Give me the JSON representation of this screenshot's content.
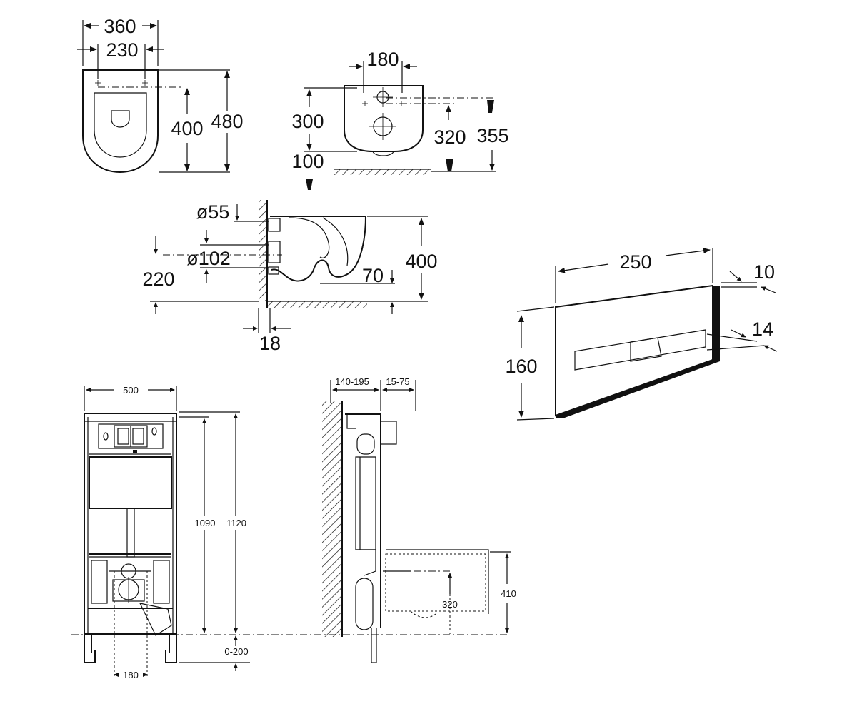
{
  "seat_top_view": {
    "width_outer": "360",
    "width_holes": "230",
    "depth_holes": "400",
    "depth_total": "480"
  },
  "bowl_back_view": {
    "hole_spacing": "180",
    "height_holes": "300",
    "height_bottom": "100",
    "height_outlet": "320",
    "height_top": "355"
  },
  "bowl_side_view": {
    "inlet_diameter": "ø55",
    "outlet_diameter": "ø102",
    "outlet_height": "220",
    "bowl_height": "400",
    "rim_offset": "70",
    "wall_gap": "18"
  },
  "flush_plate": {
    "width": "250",
    "depth": "10",
    "height": "160",
    "button_depth": "14"
  },
  "frame_front_view": {
    "width": "500",
    "height_inner": "1090",
    "height_outer": "1120",
    "adjust_range": "0-200",
    "outlet_spacing": "180"
  },
  "frame_side_view": {
    "wall_depth": "140-195",
    "plate_offset": "15-75",
    "bowl_bolt_height": "320",
    "bowl_height": "410"
  }
}
